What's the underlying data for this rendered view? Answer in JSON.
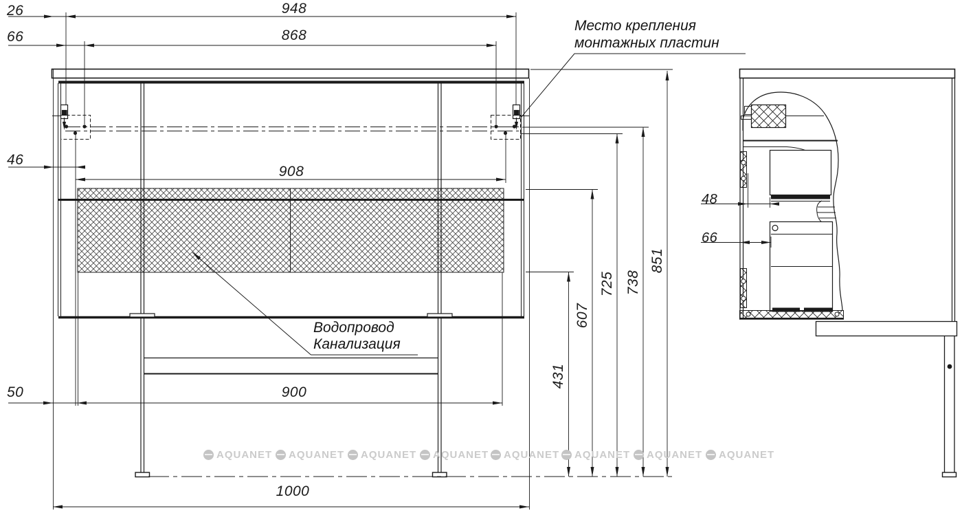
{
  "annotations": {
    "mounting_plates": {
      "line1": "Место крепления",
      "line2": "монтажных пластин"
    },
    "plumbing": {
      "line1": "Водопровод",
      "line2": "Канализация"
    }
  },
  "front_view": {
    "horizontal_dims": {
      "d26": "26",
      "d66": "66",
      "d46": "46",
      "d948": "948",
      "d868": "868",
      "d908": "908",
      "d900": "900",
      "d50": "50",
      "d1000": "1000"
    },
    "vertical_dims": {
      "v431": "431",
      "v607": "607",
      "v725": "725",
      "v738": "738",
      "v851": "851"
    }
  },
  "side_view": {
    "dims": {
      "d48": "48",
      "d66": "66"
    }
  },
  "watermark": {
    "text": "AQUANET"
  },
  "colors": {
    "line": "#1b1b1b",
    "watermark": "#cbcbcb",
    "background": "#ffffff"
  }
}
